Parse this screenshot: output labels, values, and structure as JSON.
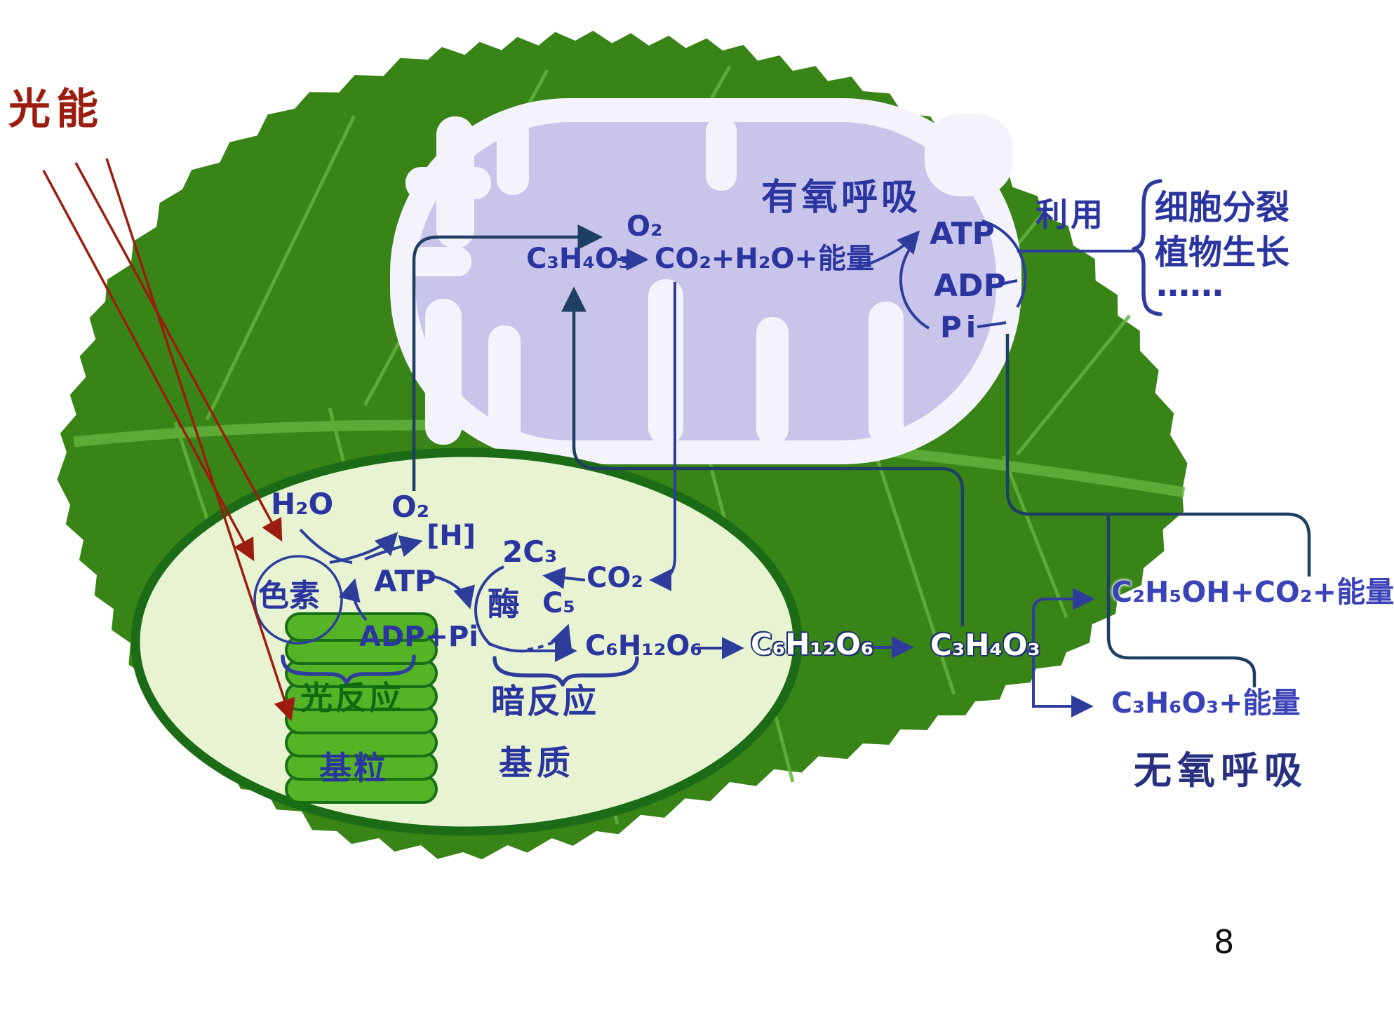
{
  "colors": {
    "bg": "#ffffff",
    "leaf-green": "#388417",
    "leaf-vein": "#63b23c",
    "chl-fill": "#e7f3d1",
    "chl-border": "#1c6b17",
    "grana-fill": "#55b426",
    "grana-border": "#187016",
    "mito-outer": "#f4f3fb",
    "mito-inner": "#c9c5ea",
    "line-blue": "#2e3d9c",
    "line-dark": "#1e3f63",
    "text-blue": "#2b35a0",
    "text-green": "#0e6b12",
    "light-red": "#9b1d10",
    "page-black": "#111111"
  },
  "page": {
    "number": "8"
  },
  "light_energy": {
    "label": "光能"
  },
  "aerobic": {
    "title": "有氧呼吸",
    "pyruvate": "C₃H₄O₃",
    "oxygen": "O₂",
    "products": "CO₂+H₂O+能量",
    "atp": "ATP",
    "adp": "ADP",
    "pi": "Pi"
  },
  "usage": {
    "label": "利用",
    "items": [
      "细胞分裂",
      "植物生长",
      "……"
    ]
  },
  "photosynthesis": {
    "water": "H₂O",
    "oxygen": "O₂",
    "hydrogen": "[H]",
    "pigment": "色素",
    "atp": "ATP",
    "adp_pi": "ADP+Pi",
    "c3": "2C₃",
    "enzyme": "酶",
    "c5": "C₅",
    "co2": "CO₂",
    "glucose": "C₆H₁₂O₆",
    "light_reaction": "光反应",
    "grana": "基粒",
    "dark_reaction": "暗反应",
    "stroma": "基质"
  },
  "cytoplasm": {
    "glucose": "C₆H₁₂O₆",
    "pyruvate": "C₃H₄O₃"
  },
  "anaerobic": {
    "title": "无氧呼吸",
    "ethanol_product": "C₂H₅OH+CO₂+能量",
    "lactate_product": "C₃H₆O₃+能量"
  }
}
